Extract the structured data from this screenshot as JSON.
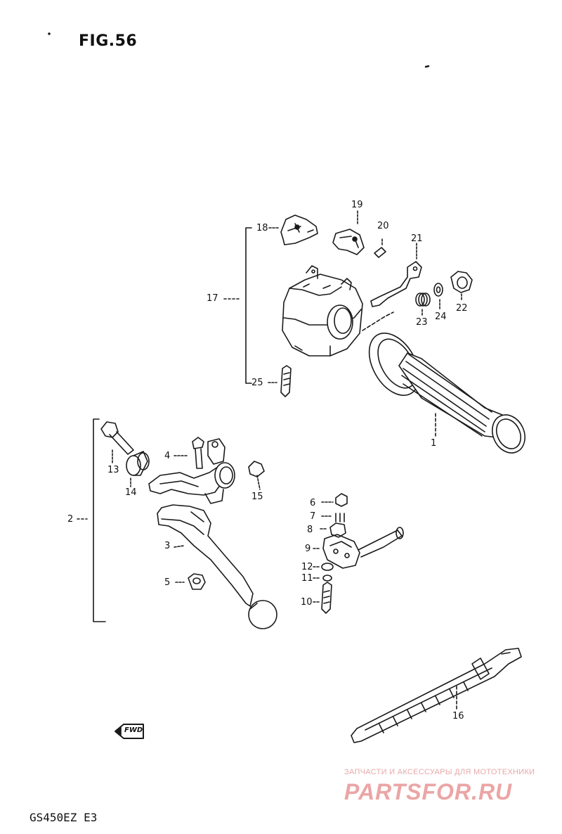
{
  "figure_title": "FIG.56",
  "model_code": "GS450EZ E3",
  "fwd_marker": "FWD",
  "watermark": {
    "subtitle": "ЗАПЧАСТИ И АКСЕССУАРЫ ДЛЯ МОТОТЕХНИКИ",
    "brand": "PARTSFOR.RU"
  },
  "callouts": {
    "c1": "1",
    "c2": "2",
    "c3": "3",
    "c4": "4",
    "c5": "5",
    "c6": "6",
    "c7": "7",
    "c8": "8",
    "c9": "9",
    "c10": "10",
    "c11": "11",
    "c12": "12",
    "c13": "13",
    "c14": "14",
    "c15": "15",
    "c16": "16",
    "c17": "17",
    "c18": "18",
    "c19": "19",
    "c20": "20",
    "c21": "21",
    "c22": "22",
    "c23": "23",
    "c24": "24",
    "c25": "25"
  },
  "colors": {
    "ink": "#1a1a1a",
    "watermark": "#e9a0a0",
    "background": "#ffffff"
  }
}
